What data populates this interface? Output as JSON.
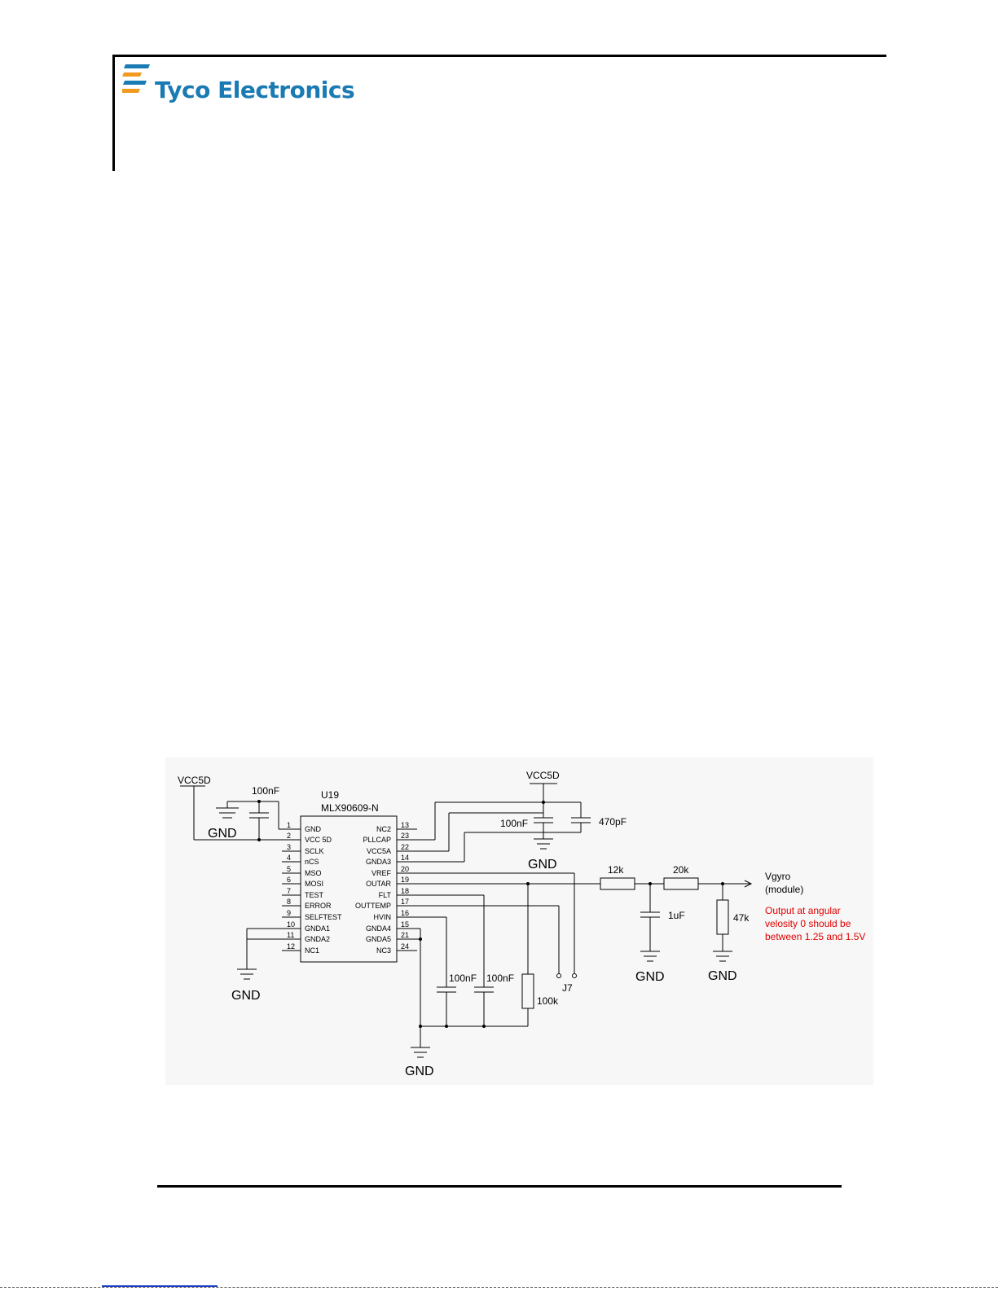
{
  "header": {
    "brand": "Tyco Electronics",
    "brand_color": "#1a7ab3",
    "logo_mark_colors": [
      "#1a7ab3",
      "#f29a1d"
    ]
  },
  "schematic": {
    "ic": {
      "ref": "U19",
      "part": "MLX90609-N",
      "left_pins": [
        {
          "num": "1",
          "name": "GND"
        },
        {
          "num": "2",
          "name": "VCC 5D"
        },
        {
          "num": "3",
          "name": "SCLK"
        },
        {
          "num": "4",
          "name": "nCS"
        },
        {
          "num": "5",
          "name": "MSO"
        },
        {
          "num": "6",
          "name": "MOSI"
        },
        {
          "num": "7",
          "name": "TEST"
        },
        {
          "num": "8",
          "name": "ERROR"
        },
        {
          "num": "9",
          "name": "SELFTEST"
        },
        {
          "num": "10",
          "name": "GNDA1"
        },
        {
          "num": "11",
          "name": "GNDA2"
        },
        {
          "num": "12",
          "name": "NC1"
        }
      ],
      "right_pins": [
        {
          "num": "13",
          "name": "NC2"
        },
        {
          "num": "23",
          "name": "PLLCAP"
        },
        {
          "num": "22",
          "name": "VCC5A"
        },
        {
          "num": "14",
          "name": "GNDA3"
        },
        {
          "num": "20",
          "name": "VREF"
        },
        {
          "num": "19",
          "name": "OUTAR"
        },
        {
          "num": "18",
          "name": "FLT"
        },
        {
          "num": "17",
          "name": "OUTTEMP"
        },
        {
          "num": "16",
          "name": "HVIN"
        },
        {
          "num": "15",
          "name": "GNDA4"
        },
        {
          "num": "21",
          "name": "GNDA5"
        },
        {
          "num": "24",
          "name": "NC3"
        }
      ]
    },
    "labels": {
      "vcc_left": "VCC5D",
      "vcc_top": "VCC5D",
      "gnd_1": "GND",
      "gnd_2": "GND",
      "gnd_3": "GND",
      "gnd_4": "GND",
      "gnd_5": "GND",
      "gnd_6": "GND",
      "cap_left": "100nF",
      "cap_top_1": "100nF",
      "cap_top_2": "470pF",
      "cap_bottom_1": "100nF",
      "cap_bottom_2": "100nF",
      "res_100k": "100k",
      "jumper": "J7",
      "res_12k": "12k",
      "res_20k": "20k",
      "cap_1uf": "1uF",
      "res_47k": "47k",
      "out_name": "Vgyro",
      "out_sub": "(module)",
      "note_line1": "Output at angular",
      "note_line2": "velosity 0 should be",
      "note_line3": "between 1.25 and 1.5V"
    },
    "note_color": "#e00000"
  }
}
